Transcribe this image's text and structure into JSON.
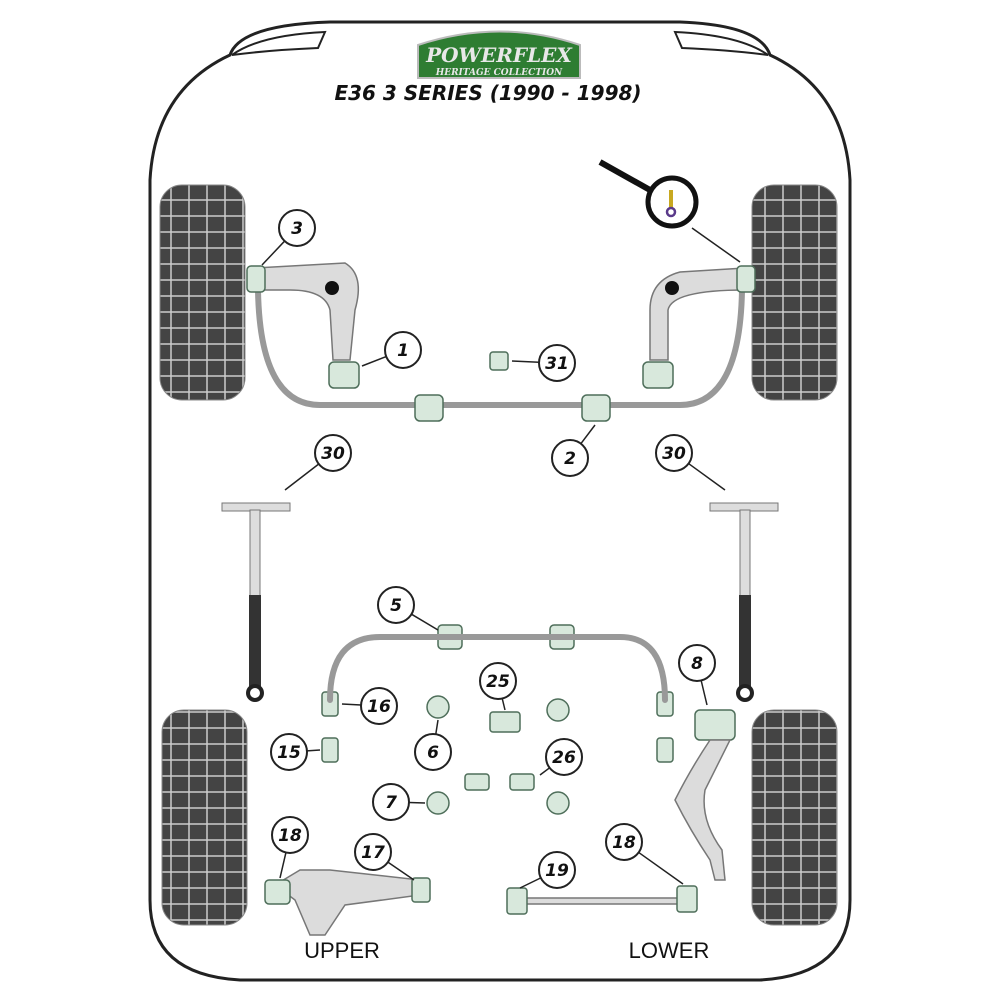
{
  "logo": {
    "brand": "POWERFLEX",
    "sub": "HERITAGE COLLECTION",
    "color": "#2e7d32"
  },
  "title": "E36 3 SERIES (1990 - 1998)",
  "callouts": [
    "3",
    "1",
    "31",
    "2",
    "30",
    "30",
    "5",
    "8",
    "25",
    "16",
    "6",
    "15",
    "26",
    "7",
    "18",
    "17",
    "19",
    "18"
  ],
  "captions": {
    "upper": "UPPER",
    "lower": "LOWER"
  },
  "colors": {
    "bushing": "#d8e8dc",
    "tyre": "#4a4a4a",
    "arm": "#dcdcdc"
  }
}
